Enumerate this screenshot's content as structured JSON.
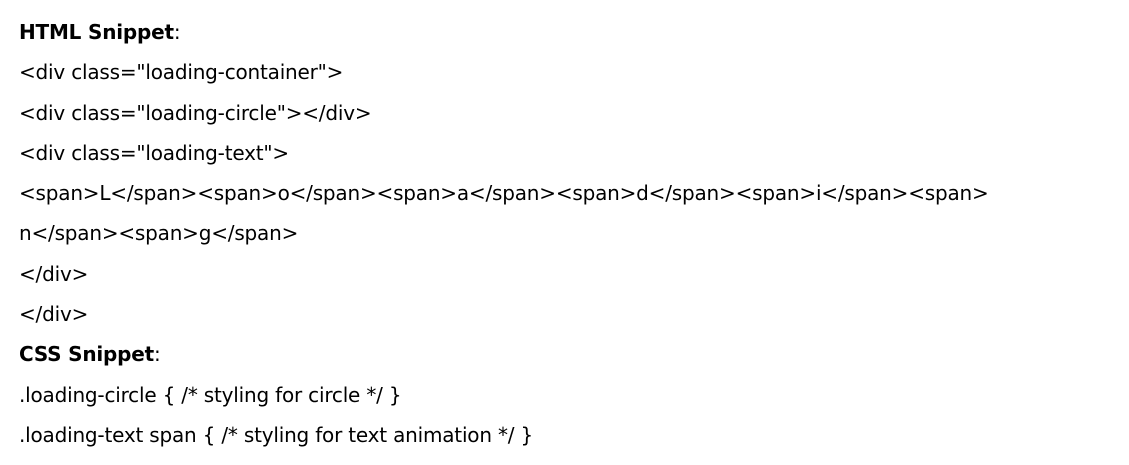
{
  "document": {
    "html_section": {
      "heading": "HTML Snippet",
      "colon": ":",
      "lines": [
        "<div class=\"loading-container\">",
        "<div class=\"loading-circle\"></div>",
        "<div class=\"loading-text\">",
        "<span>L</span><span>o</span><span>a</span><span>d</span><span>i</span><span>",
        "n</span><span>g</span>",
        "</div>",
        "</div>"
      ]
    },
    "css_section": {
      "heading": "CSS Snippet",
      "colon": ":",
      "lines": [
        ".loading-circle { /* styling for circle */ }",
        ".loading-text span { /* styling for text animation */ }"
      ]
    }
  }
}
